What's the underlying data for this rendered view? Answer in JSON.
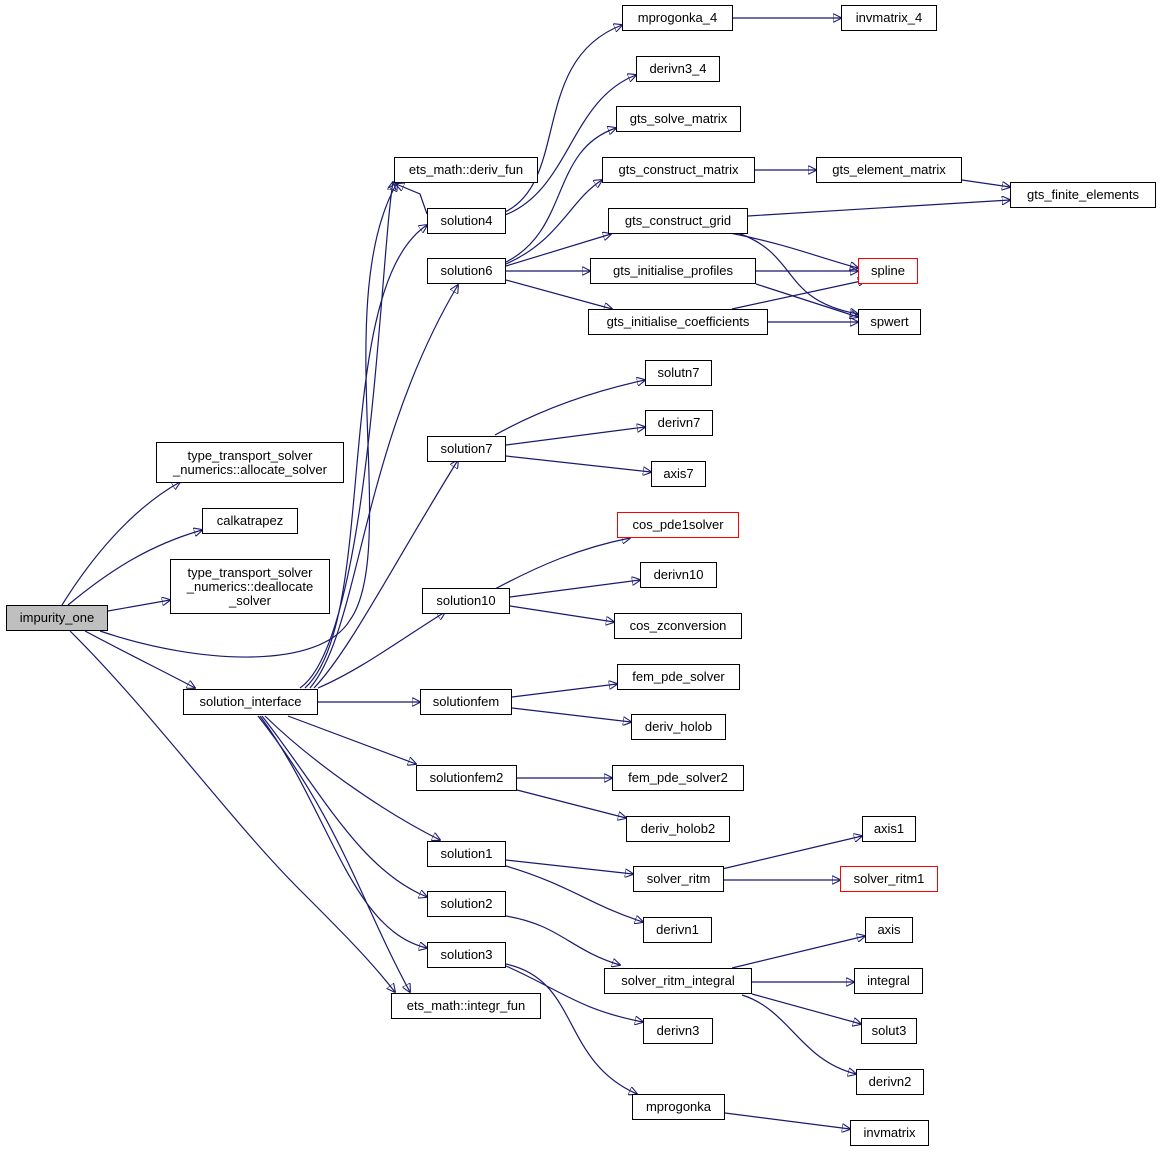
{
  "colors": {
    "edge": "#191970",
    "border": "#000000",
    "truncated_border": "#ff0000",
    "root_fill": "#bfbfbf",
    "node_fill": "#ffffff"
  },
  "nodes": {
    "impurity_one": "impurity_one",
    "allocate_solver": "type_transport_solver\n_numerics::allocate_solver",
    "calkatrapez": "calkatrapez",
    "deallocate_solver": "type_transport_solver\n_numerics::deallocate\n_solver",
    "solution_interface": "solution_interface",
    "deriv_fun": "ets_math::deriv_fun",
    "integr_fun": "ets_math::integr_fun",
    "solution4": "solution4",
    "solution6": "solution6",
    "solution7": "solution7",
    "solution10": "solution10",
    "solutionfem": "solutionfem",
    "solutionfem2": "solutionfem2",
    "solution1": "solution1",
    "solution2": "solution2",
    "solution3": "solution3",
    "mprogonka_4": "mprogonka_4",
    "invmatrix_4": "invmatrix_4",
    "derivn3_4": "derivn3_4",
    "gts_solve_matrix": "gts_solve_matrix",
    "gts_construct_matrix": "gts_construct_matrix",
    "gts_element_matrix": "gts_element_matrix",
    "gts_finite_elements": "gts_finite_elements",
    "gts_construct_grid": "gts_construct_grid",
    "gts_initialise_profiles": "gts_initialise_profiles",
    "gts_initialise_coefficients": "gts_initialise_coefficients",
    "spline": "spline",
    "spwert": "spwert",
    "solutn7": "solutn7",
    "derivn7": "derivn7",
    "axis7": "axis7",
    "cos_pde1solver": "cos_pde1solver",
    "derivn10": "derivn10",
    "cos_zconversion": "cos_zconversion",
    "fem_pde_solver": "fem_pde_solver",
    "deriv_holob": "deriv_holob",
    "fem_pde_solver2": "fem_pde_solver2",
    "deriv_holob2": "deriv_holob2",
    "solver_ritm": "solver_ritm",
    "axis1": "axis1",
    "solver_ritm1": "solver_ritm1",
    "derivn1": "derivn1",
    "solver_ritm_integral": "solver_ritm_integral",
    "axis": "axis",
    "integral": "integral",
    "solut3": "solut3",
    "derivn2": "derivn2",
    "derivn3": "derivn3",
    "mprogonka": "mprogonka",
    "invmatrix": "invmatrix"
  }
}
